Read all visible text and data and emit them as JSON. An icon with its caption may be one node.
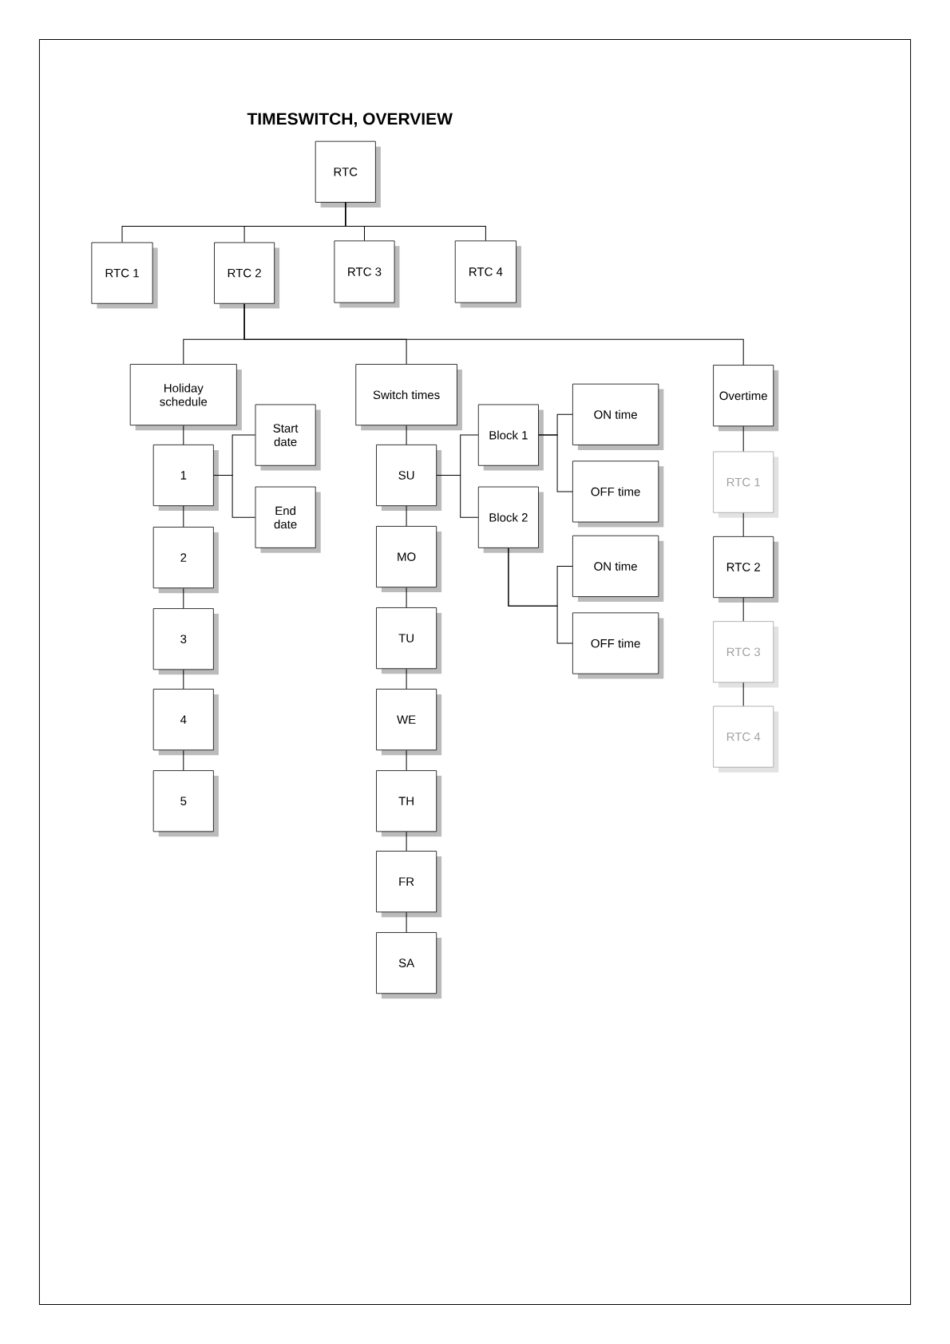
{
  "diagram": {
    "title": "TIMESWITCH, OVERVIEW",
    "nodes": [
      {
        "text": [
          "RTC"
        ]
      },
      {
        "text": [
          "RTC 1"
        ]
      },
      {
        "text": [
          "RTC 2"
        ]
      },
      {
        "text": [
          "RTC 3"
        ]
      },
      {
        "text": [
          "RTC 4"
        ]
      },
      {
        "text": [
          "Holiday schedule"
        ]
      },
      {
        "text": [
          "Switch times"
        ]
      },
      {
        "text": [
          "Overtime"
        ]
      },
      {
        "text": [
          "1"
        ]
      },
      {
        "text": [
          "Start date"
        ]
      },
      {
        "text": [
          "End date"
        ]
      },
      {
        "text": [
          "2"
        ]
      },
      {
        "text": [
          "3"
        ]
      },
      {
        "text": [
          "4"
        ]
      },
      {
        "text": [
          "5"
        ]
      },
      {
        "text": [
          "SU"
        ]
      },
      {
        "text": [
          "Block 1"
        ]
      },
      {
        "text": [
          "Block 2"
        ]
      },
      {
        "text": [
          "ON time"
        ]
      },
      {
        "text": [
          "OFF time"
        ]
      },
      {
        "text": [
          "ON time"
        ]
      },
      {
        "text": [
          "OFF time"
        ]
      },
      {
        "text": [
          "MO"
        ]
      },
      {
        "text": [
          "TU"
        ]
      },
      {
        "text": [
          "WE"
        ]
      },
      {
        "text": [
          "TH"
        ]
      },
      {
        "text": [
          "FR"
        ]
      },
      {
        "text": [
          "SA"
        ]
      },
      {
        "text": [
          "RTC 1"
        ]
      },
      {
        "text": [
          "RTC 2"
        ]
      },
      {
        "text": [
          "RTC 3"
        ]
      },
      {
        "text": [
          "RTC 4"
        ]
      }
    ],
    "edges": [
      {
        "from": 0,
        "to": 1,
        "arrow": "none"
      },
      {
        "from": 0,
        "to": 2,
        "arrow": "none"
      },
      {
        "from": 0,
        "to": 3,
        "arrow": "none"
      },
      {
        "from": 0,
        "to": 4,
        "arrow": "none"
      },
      {
        "from": 2,
        "to": 5,
        "arrow": "none"
      },
      {
        "from": 2,
        "to": 6,
        "arrow": "none"
      },
      {
        "from": 2,
        "to": 7,
        "arrow": "none"
      },
      {
        "from": 5,
        "to": 8,
        "arrow": "none"
      },
      {
        "from": 8,
        "to": 9,
        "arrow": "none"
      },
      {
        "from": 8,
        "to": 10,
        "arrow": "none"
      },
      {
        "from": 8,
        "to": 11,
        "arrow": "none"
      },
      {
        "from": 11,
        "to": 12,
        "arrow": "none"
      },
      {
        "from": 12,
        "to": 13,
        "arrow": "none"
      },
      {
        "from": 13,
        "to": 14,
        "arrow": "none"
      },
      {
        "from": 6,
        "to": 15,
        "arrow": "none"
      },
      {
        "from": 15,
        "to": 16,
        "arrow": "none"
      },
      {
        "from": 15,
        "to": 17,
        "arrow": "none"
      },
      {
        "from": 16,
        "to": 18,
        "arrow": "none"
      },
      {
        "from": 16,
        "to": 19,
        "arrow": "none"
      },
      {
        "from": 17,
        "to": 20,
        "arrow": "none"
      },
      {
        "from": 17,
        "to": 21,
        "arrow": "none"
      },
      {
        "from": 15,
        "to": 22,
        "arrow": "none"
      },
      {
        "from": 22,
        "to": 23,
        "arrow": "none"
      },
      {
        "from": 23,
        "to": 24,
        "arrow": "none"
      },
      {
        "from": 24,
        "to": 25,
        "arrow": "none"
      },
      {
        "from": 25,
        "to": 26,
        "arrow": "none"
      },
      {
        "from": 26,
        "to": 27,
        "arrow": "none"
      },
      {
        "from": 7,
        "to": 28,
        "arrow": "none"
      },
      {
        "from": 28,
        "to": 29,
        "arrow": "none"
      },
      {
        "from": 29,
        "to": 30,
        "arrow": "none"
      },
      {
        "from": 30,
        "to": 31,
        "arrow": "none"
      }
    ]
  }
}
